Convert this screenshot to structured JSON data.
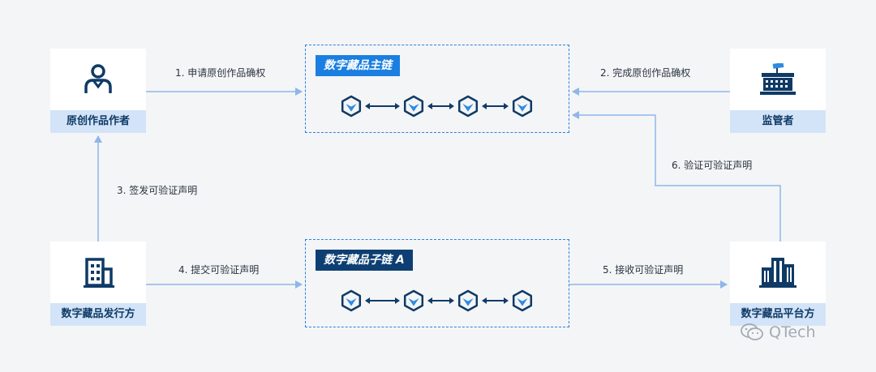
{
  "actors": {
    "author": {
      "label": "原创作品作者",
      "icon": "person-icon"
    },
    "regulator": {
      "label": "监管者",
      "icon": "government-building-icon"
    },
    "issuer": {
      "label": "数字藏品发行方",
      "icon": "office-building-icon"
    },
    "platform": {
      "label": "数字藏品平台方",
      "icon": "city-buildings-icon"
    }
  },
  "chains": {
    "main": {
      "title": "数字藏品主链",
      "title_bg": "#1a7fe0"
    },
    "sub": {
      "title": "数字藏品子链 A",
      "title_bg": "#0d3f73"
    }
  },
  "steps": [
    "1. 申请原创作品确权",
    "2. 完成原创作品确权",
    "3. 签发可验证声明",
    "4. 提交可验证声明",
    "5. 接收可验证声明",
    "6. 验证可验证声明"
  ],
  "watermark": "QTech",
  "colors": {
    "arrow": "#8fb6e8",
    "chain_border": "#2f7fe0",
    "icon": "#0f3a66",
    "label_bg": "#d3e4f8",
    "cube": "#0f3a66",
    "cube_accent": "#2f8be0"
  }
}
